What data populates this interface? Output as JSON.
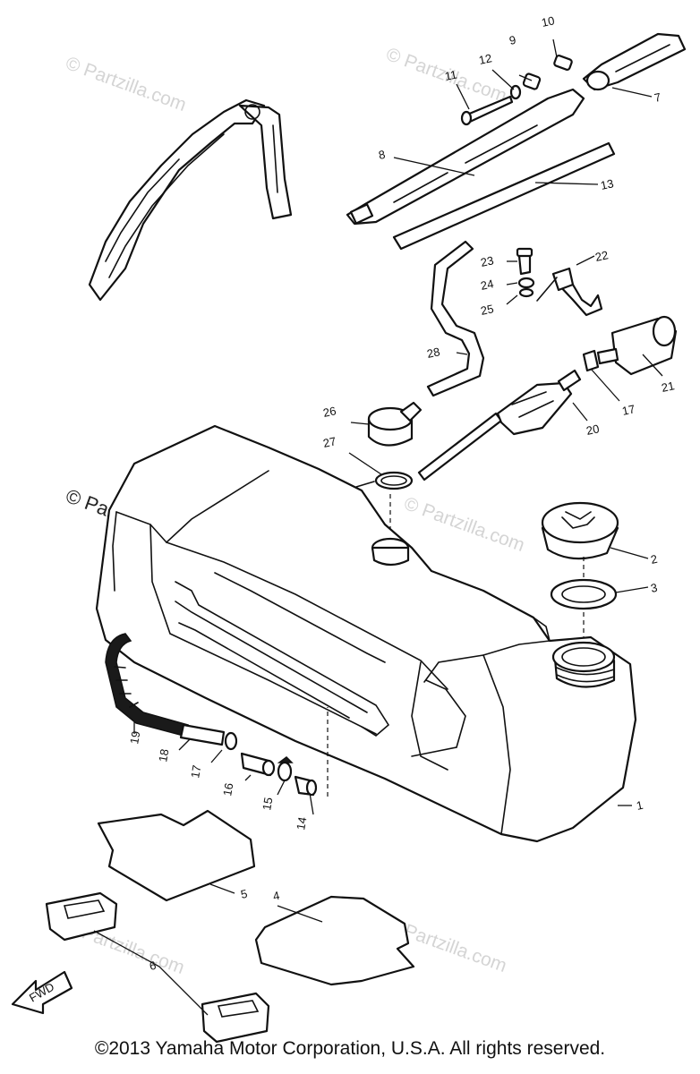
{
  "watermark": "© Partzilla.com",
  "watermark_main": "© Partzilla.com",
  "direction_label": "FWD",
  "callouts": [
    "1",
    "2",
    "3",
    "4",
    "5",
    "6",
    "7",
    "8",
    "9",
    "10",
    "11",
    "12",
    "13",
    "14",
    "15",
    "16",
    "17",
    "17",
    "18",
    "19",
    "20",
    "21",
    "22",
    "23",
    "24",
    "25",
    "26",
    "27",
    "28"
  ],
  "footer": "©2013  Yamaha Motor Corporation, U.S.A. All rights reserved."
}
